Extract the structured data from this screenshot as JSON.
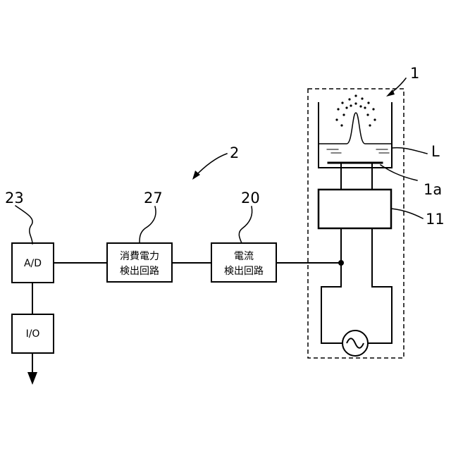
{
  "refs": {
    "n1": "1",
    "n2": "2",
    "n23": "23",
    "n27": "27",
    "n20": "20",
    "L": "L",
    "n1a": "1a",
    "n11": "11"
  },
  "boxes": {
    "ad": "A/D",
    "io": "I/O",
    "power_line1": "消費電力",
    "power_line2": "検出回路",
    "current_line1": "電流",
    "current_line2": "検出回路"
  },
  "icons": {
    "ac_source": "ac-source-icon",
    "output_arrow": "arrow-down-icon"
  }
}
